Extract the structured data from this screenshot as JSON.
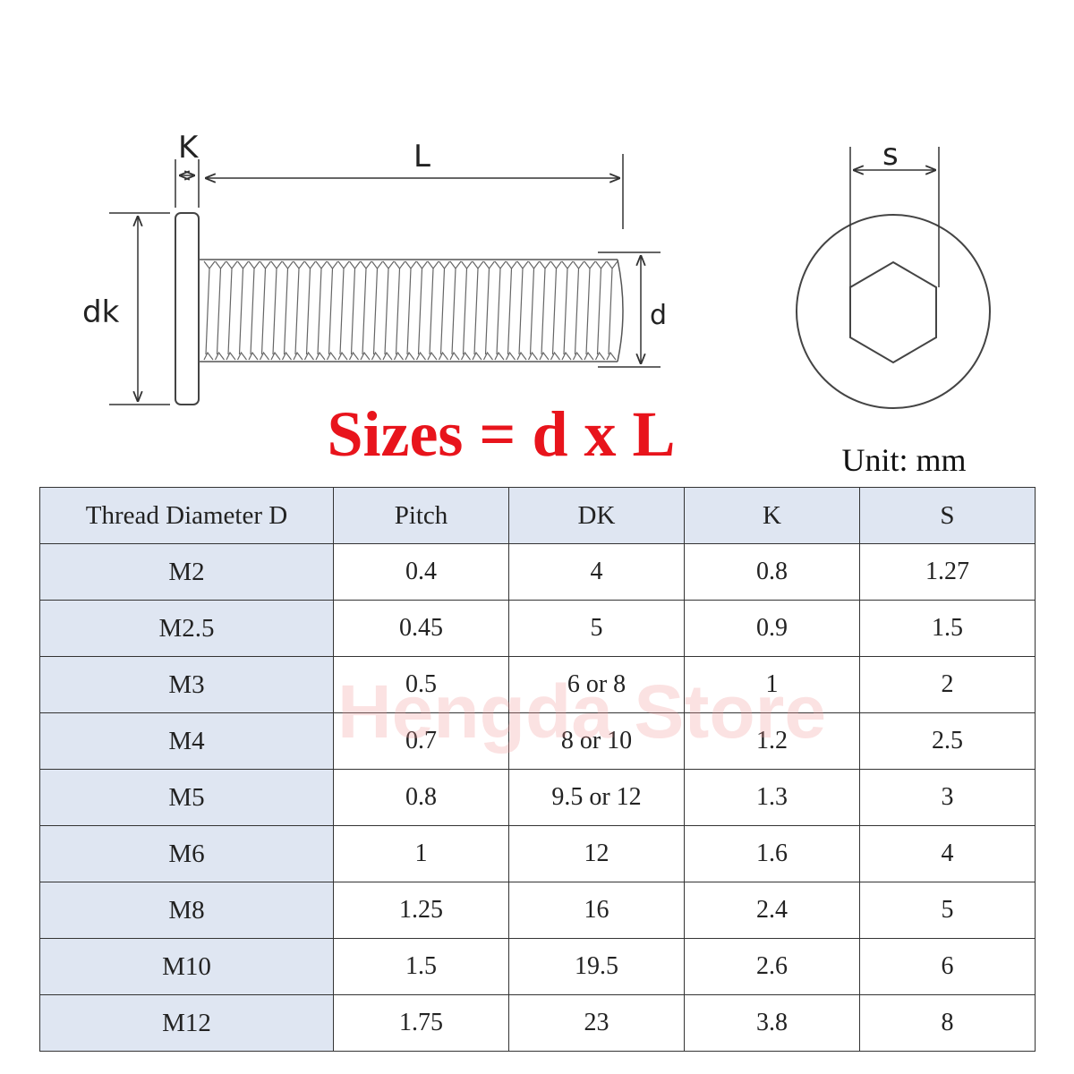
{
  "diagram": {
    "labels": {
      "k": "K",
      "l": "L",
      "dk": "dk",
      "d": "d",
      "s": "s"
    }
  },
  "title": "Sizes = d x L",
  "unit": "Unit: mm",
  "watermark": "Hengda Store",
  "table": {
    "headers": [
      "Thread Diameter D",
      "Pitch",
      "DK",
      "K",
      "S"
    ],
    "rows": [
      [
        "M2",
        "0.4",
        "4",
        "0.8",
        "1.27"
      ],
      [
        "M2.5",
        "0.45",
        "5",
        "0.9",
        "1.5"
      ],
      [
        "M3",
        "0.5",
        "6 or 8",
        "1",
        "2"
      ],
      [
        "M4",
        "0.7",
        "8 or 10",
        "1.2",
        "2.5"
      ],
      [
        "M5",
        "0.8",
        "9.5 or 12",
        "1.3",
        "3"
      ],
      [
        "M6",
        "1",
        "12",
        "1.6",
        "4"
      ],
      [
        "M8",
        "1.25",
        "16",
        "2.4",
        "5"
      ],
      [
        "M10",
        "1.5",
        "19.5",
        "2.6",
        "6"
      ],
      [
        "M12",
        "1.75",
        "23",
        "3.8",
        "8"
      ]
    ]
  },
  "colors": {
    "title": "#e8141c",
    "header_bg": "#dfe6f2",
    "watermark": "#f09696"
  }
}
